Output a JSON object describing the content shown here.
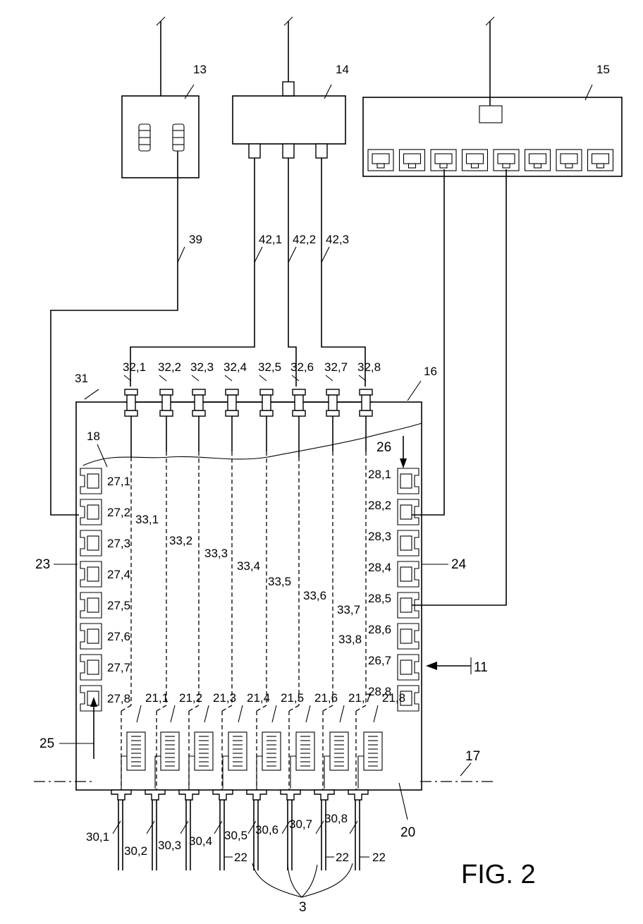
{
  "figure_label": "FIG. 2",
  "devices": {
    "d13": "13",
    "d14": "14",
    "d15": "15"
  },
  "main_refs": {
    "r16": "16",
    "r17": "17",
    "r18": "18",
    "r20": "20",
    "r23": "23",
    "r24": "24",
    "r25": "25",
    "r26": "26",
    "r31": "31",
    "r39": "39",
    "r11": "11",
    "r22a": "22",
    "r22b": "22",
    "r22c": "22",
    "r3": "3"
  },
  "cables": [
    "42,1",
    "42,2",
    "42,3"
  ],
  "top_connectors": [
    "32,1",
    "32,2",
    "32,3",
    "32,4",
    "32,5",
    "32,6",
    "32,7",
    "32,8"
  ],
  "left_ports": [
    "27,1",
    "27,2",
    "27,3",
    "27,4",
    "27,5",
    "27,6",
    "27,7",
    "27,8"
  ],
  "right_ports": [
    "28,1",
    "28,2",
    "28,3",
    "28,4",
    "28,5",
    "28,6",
    "26,7",
    "28,8"
  ],
  "internal_lines": [
    "33,1",
    "33,2",
    "33,3",
    "33,4",
    "33,5",
    "33,6",
    "33,7",
    "33,8"
  ],
  "terminal_blocks": [
    "21,1",
    "21,2",
    "21,3",
    "21,4",
    "21,5",
    "21,6",
    "21,7",
    "21,8"
  ],
  "bottom_cables": [
    "30,1",
    "30,2",
    "30,3",
    "30,4",
    "30,5",
    "30,6",
    "30,7",
    "30,8"
  ]
}
